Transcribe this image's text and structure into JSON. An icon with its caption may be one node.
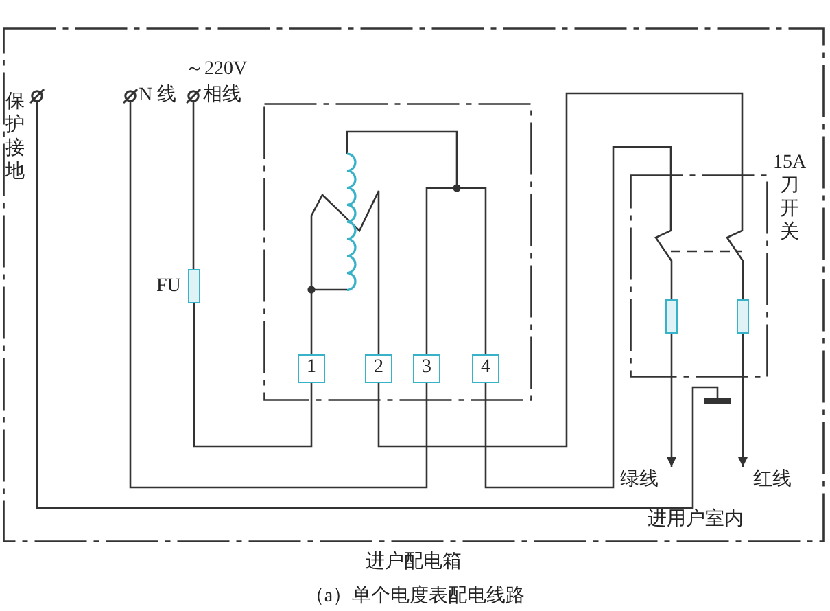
{
  "diagram": {
    "caption": "（a）单个电度表配电线路",
    "nodes": [
      {
        "text": [
          "进户配电箱"
        ]
      },
      {
        "text": [
          "保护接地"
        ],
        "in": 0
      },
      {
        "text": [
          "N 线"
        ],
        "in": 0
      },
      {
        "text": [
          "相线"
        ],
        "in": 0,
        "beside": [
          "～220V"
        ]
      },
      {
        "text": [],
        "shape": "box",
        "beside": [
          "FU"
        ],
        "in": 0
      },
      {
        "text": [],
        "shape": "box",
        "in": 0
      },
      {
        "text": [
          "1"
        ],
        "in": 5
      },
      {
        "text": [
          "2"
        ],
        "in": 5
      },
      {
        "text": [
          "3"
        ],
        "in": 5
      },
      {
        "text": [
          "4"
        ],
        "in": 5
      },
      {
        "text": [
          "15A刀开关"
        ],
        "in": 0
      },
      {
        "text": [],
        "shape": "box",
        "in": 10
      },
      {
        "text": [],
        "shape": "box",
        "in": 10
      },
      {
        "text": [
          "绿线"
        ],
        "in": 0
      },
      {
        "text": [
          "红线"
        ],
        "in": 0
      },
      {
        "text": [],
        "shape": "bar",
        "in": 0
      }
    ],
    "edges": [
      {
        "from": 1,
        "to": 15,
        "arrow": "none"
      },
      {
        "from": 6,
        "to": 7,
        "arrow": "none"
      },
      {
        "from": 2,
        "to": 8,
        "arrow": "none"
      },
      {
        "from": 3,
        "to": 4,
        "arrow": "none"
      },
      {
        "from": 4,
        "to": 6,
        "arrow": "none"
      },
      {
        "from": 7,
        "to": 12,
        "arrow": "none"
      },
      {
        "from": 8,
        "to": 9,
        "arrow": "none"
      },
      {
        "from": 9,
        "to": 11,
        "arrow": "none"
      },
      {
        "from": 11,
        "to": 13,
        "arrow": "to"
      },
      {
        "from": 12,
        "to": 14,
        "arrow": "to"
      }
    ],
    "labels": [
      "进用户室内"
    ]
  }
}
